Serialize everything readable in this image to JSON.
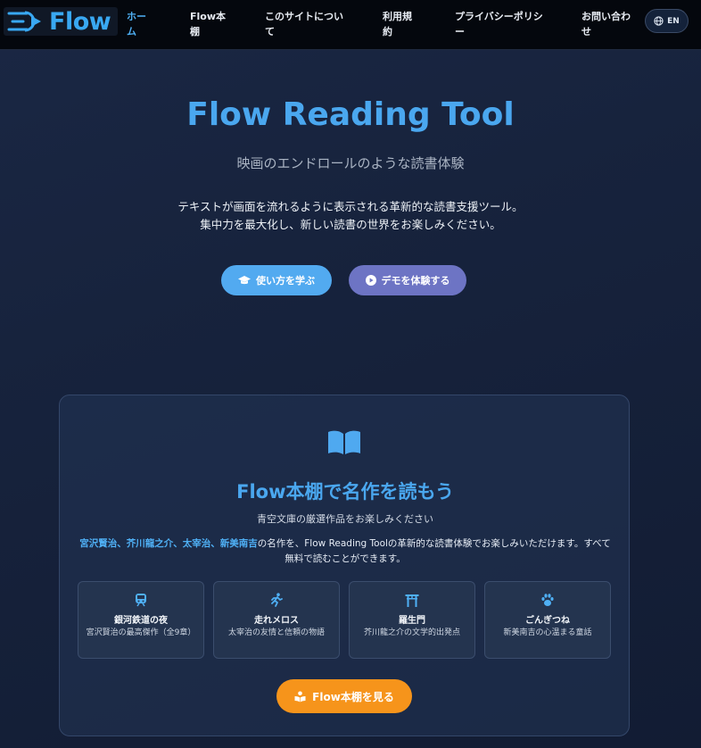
{
  "nav": {
    "logo_text": "Flow",
    "items": [
      {
        "line1": "ホー",
        "line2": "ム"
      },
      {
        "line1": "Flow本",
        "line2": "棚"
      },
      {
        "line1": "このサイトについ",
        "line2": "て"
      },
      {
        "line1": "利用規",
        "line2": "約"
      },
      {
        "line1": "プライバシーポリシ",
        "line2": "ー"
      },
      {
        "line1": "お問い合わ",
        "line2": "せ"
      }
    ],
    "lang_label": "EN"
  },
  "hero": {
    "title": "Flow Reading Tool",
    "subtitle": "映画のエンドロールのような読書体験",
    "desc_line1": "テキストが画面を流れるように表示される革新的な読書支援ツール。",
    "desc_line2": "集中力を最大化し、新しい読書の世界をお楽しみください。",
    "learn_label": "使い方を学ぶ",
    "demo_label": "デモを体験する"
  },
  "shelf": {
    "title": "Flow本棚で名作を読もう",
    "subtitle": "青空文庫の厳選作品をお楽しみください",
    "authors": "宮沢賢治、芥川龍之介、太宰治、新美南吉",
    "desc_rest": "の名作を、Flow Reading Toolの革新的な読書体験でお楽しみいただけます。すべて無料で読むことができます。",
    "works": [
      {
        "icon": "train-icon",
        "title": "銀河鉄道の夜",
        "desc": "宮沢賢治の最高傑作（全9章）"
      },
      {
        "icon": "running-icon",
        "title": "走れメロス",
        "desc": "太宰治の友情と信頼の物語"
      },
      {
        "icon": "torii-icon",
        "title": "羅生門",
        "desc": "芥川龍之介の文学的出発点"
      },
      {
        "icon": "paw-icon",
        "title": "ごんぎつね",
        "desc": "新美南吉の心温まる童話"
      }
    ],
    "cta_label": "Flow本棚を見る"
  },
  "colors": {
    "accent": "#4aa7ef",
    "learn_button": "#52aaf0",
    "demo_button": "#6d74c4",
    "cta_button": "#f6941b",
    "nav_background": "#04070d"
  }
}
